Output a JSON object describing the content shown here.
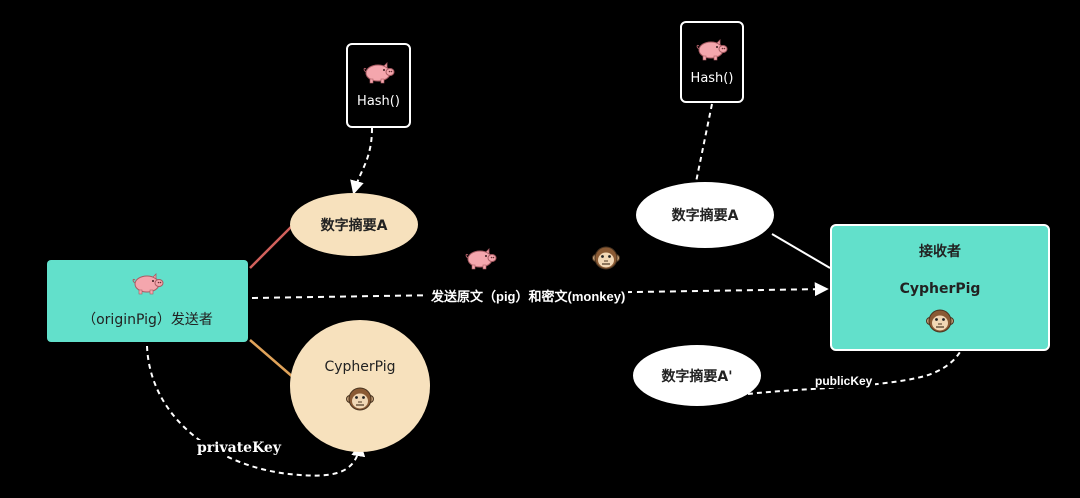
{
  "hash_label": "Hash()",
  "digest_a": "数字摘要A",
  "digest_a_prime": "数字摘要A'",
  "sender_label": "（originPig）发送者",
  "cipher_label": "CypherPig",
  "receiver_title": "接收者",
  "receiver_cipher": "CypherPig",
  "send_label": "发送原文（pig）和密文(monkey)",
  "private_key": "privateKey",
  "public_key": "publicKey",
  "icons": {
    "pig": "pig-icon",
    "monkey": "monkey-icon"
  },
  "colors": {
    "background": "#000000",
    "teal": "#62e0cb",
    "beige": "#f7e1bd",
    "pig": "#f4a6ad",
    "monkey": "#c8a27a",
    "line_red": "#d2615c",
    "line_orange": "#e0a35a"
  }
}
